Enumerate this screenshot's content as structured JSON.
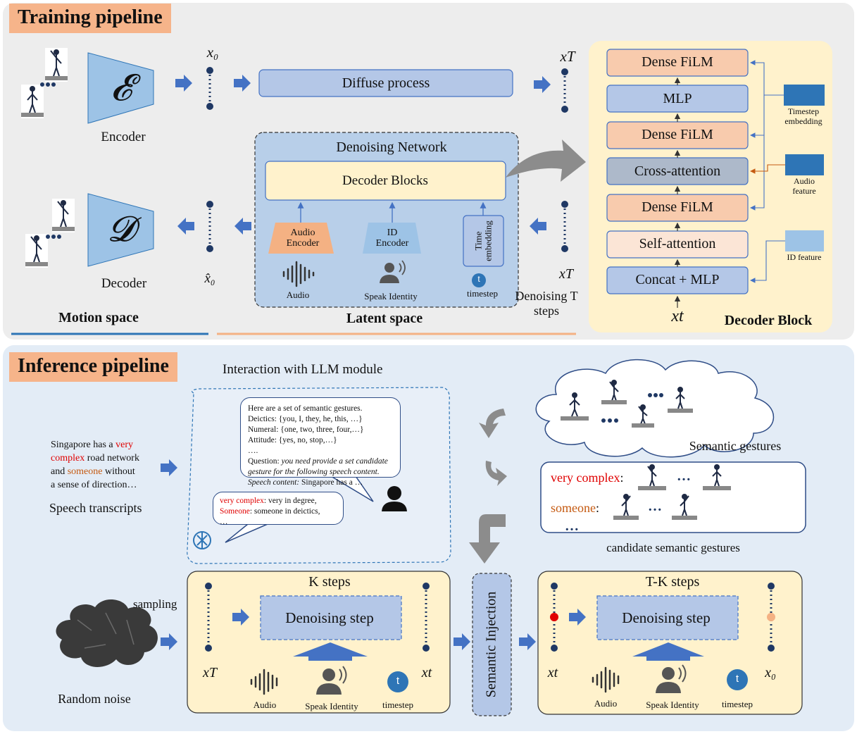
{
  "training": {
    "title": "Training pipeline",
    "encoder_label": "Encoder",
    "decoder_label": "Decoder",
    "encoder_symbol": "𝓔",
    "decoder_symbol": "𝓓",
    "x0": "x₀",
    "xT_top": "xT",
    "xT_bottom": "xT",
    "x0_hat": "x̂₀",
    "diffuse_process": "Diffuse process",
    "denoising_network": "Denoising Network",
    "decoder_blocks": "Decoder Blocks",
    "audio_encoder": "Audio Encoder",
    "id_encoder": "ID Encoder",
    "time_embedding": "Time embedding",
    "audio": "Audio",
    "speak_identity": "Speak Identity",
    "timestep": "timestep",
    "t_icon": "t",
    "denoising_t_steps": "Denoising T steps",
    "motion_space": "Motion space",
    "latent_space": "Latent space",
    "decoder_block": {
      "title": "Decoder Block",
      "layers": [
        "Dense FiLM",
        "MLP",
        "Dense FiLM",
        "Cross-attention",
        "Dense FiLM",
        "Self-attention",
        "Concat + MLP"
      ],
      "xt": "xt",
      "timestep_embedding": "Timestep embedding",
      "audio_feature": "Audio feature",
      "id_feature": "ID feature"
    }
  },
  "inference": {
    "title": "Inference pipeline",
    "llm_title": "Interaction with LLM module",
    "transcript": {
      "p1": "Singapore has a ",
      "very": "very",
      "complex": "complex",
      "p2": " road network",
      "p3": "and ",
      "someone": "someone",
      "p4": " without",
      "p5": "a sense of direction…"
    },
    "speech_transcripts": "Speech transcripts",
    "prompt": {
      "l1": "Here are a set of semantic gestures.",
      "l2": "Deictics: {you, I, they, he, this, …}",
      "l3": "Numeral: {one, two, three, four,…}",
      "l4": "Attitude: {yes, no, stop,…}",
      "l5": "….",
      "q_label": "Question: ",
      "q1": "you need provide a set candidate",
      "q2": "gesture for the following speech content.",
      "s_label": "Speech content:",
      "s_text": " Singapore has a …"
    },
    "reply": {
      "k1": "very complex",
      "v1": ": very in degree,",
      "k2": "Someone",
      "v2": ": someone in deictics,",
      "l3": "…"
    },
    "semantic_gestures": "Semantic gestures",
    "candidate": {
      "very_complex": "very complex",
      "someone": "someone",
      "colon": ":",
      "ellipsis": "…"
    },
    "candidate_semantic_gestures": "candidate semantic gestures",
    "random_noise": "Random noise",
    "sampling": "sampling",
    "k_steps": "K steps",
    "tk_steps": "T-K steps",
    "denoising_step": "Denoising step",
    "semantic_injection": "Semantic Injection",
    "xT": "xT",
    "xt_left": "xt",
    "xt_right": "xt",
    "x0": "x₀",
    "audio": "Audio",
    "speak_identity": "Speak Identity",
    "timestep": "timestep",
    "t_icon": "t"
  },
  "colors": {
    "orange_title": "#f6b48a",
    "light_blue_bg": "#e3ecf6",
    "blue_box": "#b4c7e7",
    "yellow_box": "#fff2cc",
    "arrow_blue": "#4472c4",
    "dot_navy": "#1f3864",
    "red_dot": "#e00000",
    "orange_dot": "#f4b183",
    "gray_arrow": "#8c8c8c"
  }
}
